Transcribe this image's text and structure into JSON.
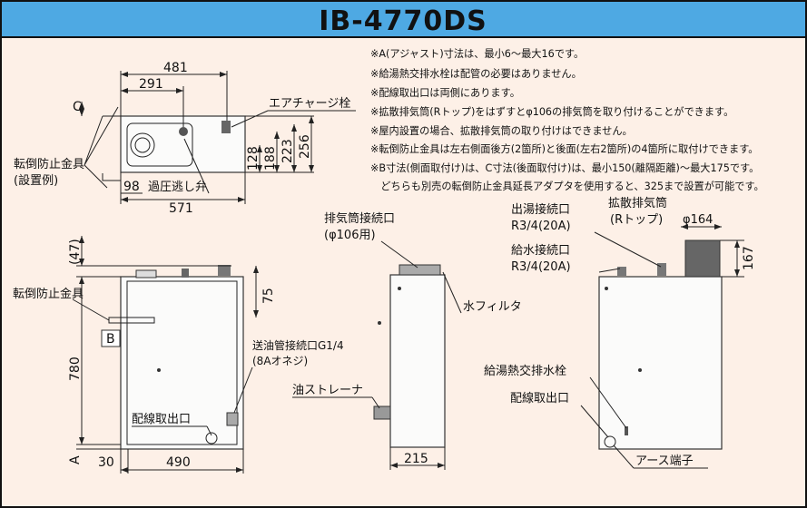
{
  "title": "IB-4770DS",
  "colors": {
    "header": "#4ea9e3",
    "background": "#fdf0e7"
  },
  "notes": [
    "※A(アジャスト)寸法は、最小6～最大16です。",
    "※給湯熱交排水栓は配管の必要はありません。",
    "※配線取出口は両側にあります。",
    "※拡散排気筒(Rトップ)をはずすとφ106の排気筒を取り付けることができます。",
    "※屋内設置の場合、拡散排気筒の取り付けはできません。",
    "※転倒防止金具は左右側面後方(2箇所)と後面(左右2箇所)の4箇所に取付けできます。",
    "※B寸法(側面取付け)は、C寸法(後面取付け)は、最小150(離隔距離)～最大175です。",
    "　どちらも別売の転倒防止金具延長アダプタを使用すると、325まで設置が可能です。"
  ],
  "top_view": {
    "dims": {
      "d481": "481",
      "d291": "291",
      "d571": "571",
      "d98": "98",
      "d128": "128",
      "d188": "188",
      "d223": "223",
      "d256": "256",
      "c": "C"
    },
    "labels": {
      "air_charge": "エアチャージ栓",
      "tip_guard": "転倒防止金具",
      "tip_guard_note": "(設置例)",
      "relief_valve": "過圧逃し弁"
    }
  },
  "front_view": {
    "dims": {
      "d47": "(47)",
      "d75": "75",
      "d780": "780",
      "d30": "30",
      "d490": "490",
      "a": "A",
      "b": "B"
    },
    "labels": {
      "tip_guard": "転倒防止金具",
      "oil_pipe": "送油管接続口G1/4",
      "oil_pipe_note": "(8Aオネジ)",
      "wiring": "配線取出口"
    }
  },
  "side_view": {
    "dims": {
      "d215": "215"
    },
    "labels": {
      "exhaust": "排気筒接続口",
      "exhaust_note": "(φ106用)",
      "water_filter": "水フィルタ",
      "oil_strainer": "油ストレーナ"
    }
  },
  "rear_view": {
    "dims": {
      "d164": "φ164",
      "d167": "167"
    },
    "labels": {
      "hot_out": "出湯接続口",
      "hot_out_size": "R3/4(20A)",
      "diffuser": "拡散排気筒",
      "diffuser_note": "(Rトップ)",
      "water_in": "給水接続口",
      "water_in_size": "R3/4(20A)",
      "drain": "給湯熱交排水栓",
      "wiring": "配線取出口",
      "ground": "アース端子"
    }
  }
}
